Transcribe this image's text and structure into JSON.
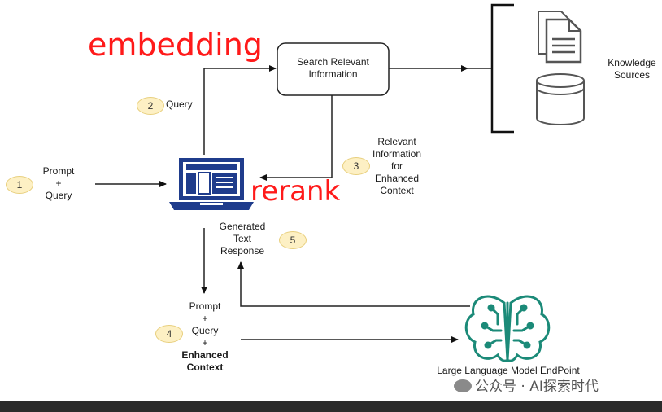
{
  "annotations": {
    "embedding": "embedding",
    "rerank": "rerank"
  },
  "nodes": {
    "search_box": {
      "line1": "Search Relevant",
      "line2": "Information"
    },
    "knowledge": {
      "line1": "Knowledge",
      "line2": "Sources"
    },
    "prompt_query": {
      "line1": "Prompt",
      "line2": "+",
      "line3": "Query"
    },
    "relevant": {
      "line1": "Relevant",
      "line2": "Information",
      "line3": "for",
      "line4": "Enhanced",
      "line5": "Context"
    },
    "generated": {
      "line1": "Generated",
      "line2": "Text",
      "line3": "Response"
    },
    "prompt_enhanced": {
      "line1": "Prompt",
      "line2": "+",
      "line3": "Query",
      "line4": "+",
      "line5": "Enhanced",
      "line6": "Context"
    },
    "llm": {
      "label": "Large Language Model EndPoint"
    }
  },
  "steps": {
    "s1": "1",
    "s2": "2",
    "s2_label": "Query",
    "s3": "3",
    "s4": "4",
    "s5": "5"
  },
  "icons": [
    "laptop-icon",
    "document-icon",
    "database-icon",
    "brain-circuit-icon"
  ],
  "colors": {
    "accent_red": "#ff1a1a",
    "laptop_blue": "#1f3c8c",
    "brain_green": "#1b8a78",
    "badge_fill": "#fdf0c4"
  },
  "watermark": "公众号 · AI探索时代"
}
